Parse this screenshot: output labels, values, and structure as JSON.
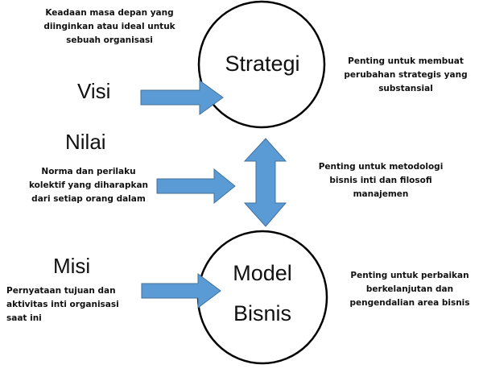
{
  "strategy_circle": {
    "label": "Strategi"
  },
  "business_model_circle": {
    "label_lines": [
      "Model",
      "Bisnis"
    ]
  },
  "visi": {
    "label": "Visi",
    "description_lines": [
      "Keadaan masa depan yang",
      "diinginkan atau ideal untuk",
      "sebuah organisasi"
    ]
  },
  "nilai": {
    "label": "Nilai",
    "description_lines": [
      "Norma dan perilaku",
      "kolektif yang diharapkan",
      "dari setiap orang dalam"
    ]
  },
  "misi": {
    "label": "Misi",
    "description_lines": [
      "Pernyataan tujuan dan",
      "aktivitas inti organisasi",
      "saat ini"
    ]
  },
  "notes": {
    "strategy_note_lines": [
      "Penting untuk membuat",
      "perubahan strategis yang",
      "substansial"
    ],
    "link_note_lines": [
      "Penting untuk metodologi",
      "bisnis inti dan filosofi",
      "manajemen"
    ],
    "business_model_note_lines": [
      "Penting untuk perbaikan",
      "berkelanjutan dan",
      "pengendalian area bisnis"
    ]
  },
  "colors": {
    "arrow_fill": "#5b9bd5",
    "arrow_stroke": "#41719c",
    "circle_stroke": "#000000",
    "text": "#111111"
  }
}
